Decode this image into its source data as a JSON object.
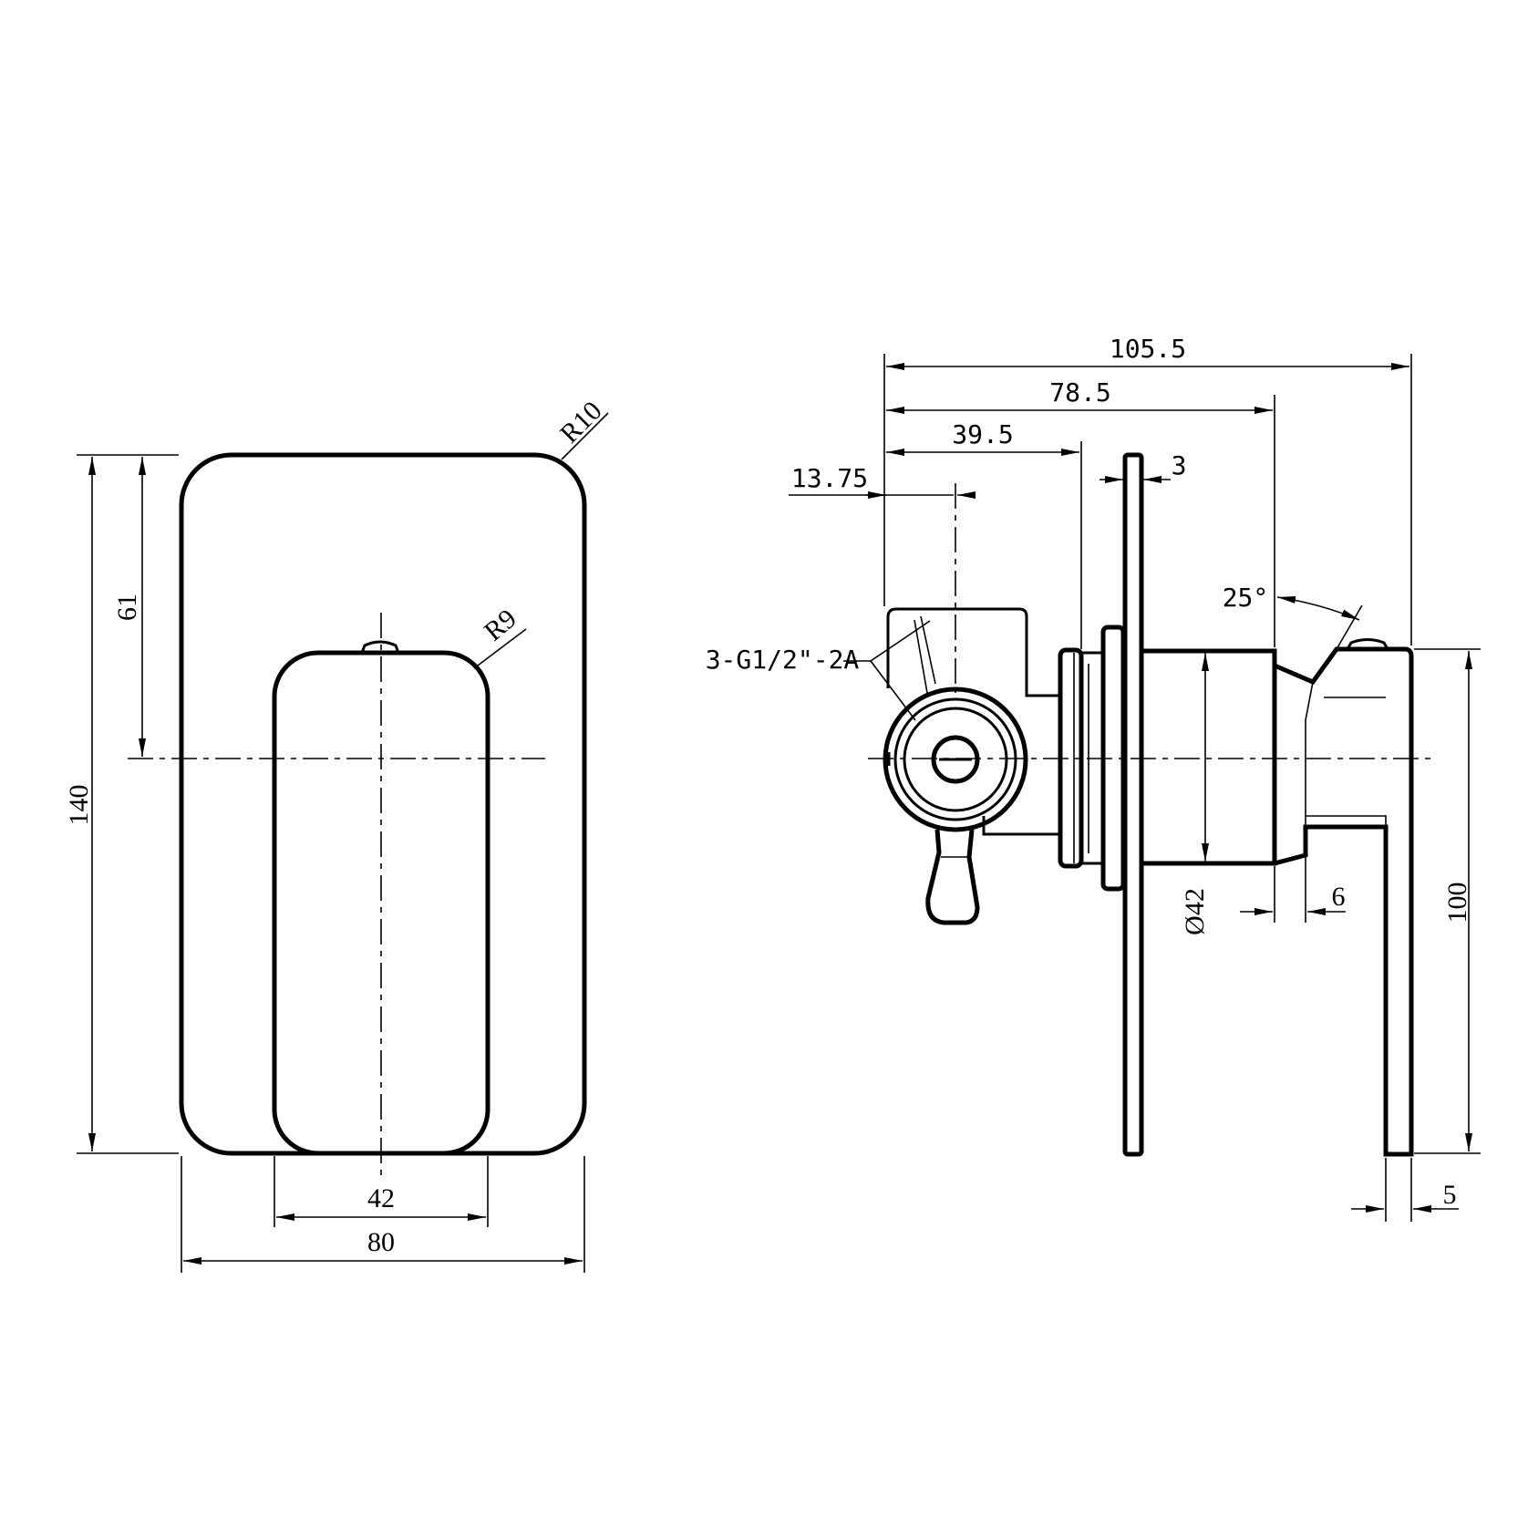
{
  "front_view": {
    "dims": {
      "height": "140",
      "center_height": "61",
      "width": "80",
      "inner_width": "42",
      "outer_radius": "R10",
      "inner_radius": "R9"
    }
  },
  "side_view": {
    "dims": {
      "overall_depth": "105.5",
      "depth_to_body": "78.5",
      "depth_to_plate": "39.5",
      "depth_to_axis": "13.75",
      "plate_thickness": "3",
      "lever_angle": "25°",
      "body_diameter": "Ø42",
      "lever_offset": "6",
      "lever_height": "100",
      "lever_thickness": "5"
    },
    "connection_note": "3-G1/2\"-2A"
  }
}
